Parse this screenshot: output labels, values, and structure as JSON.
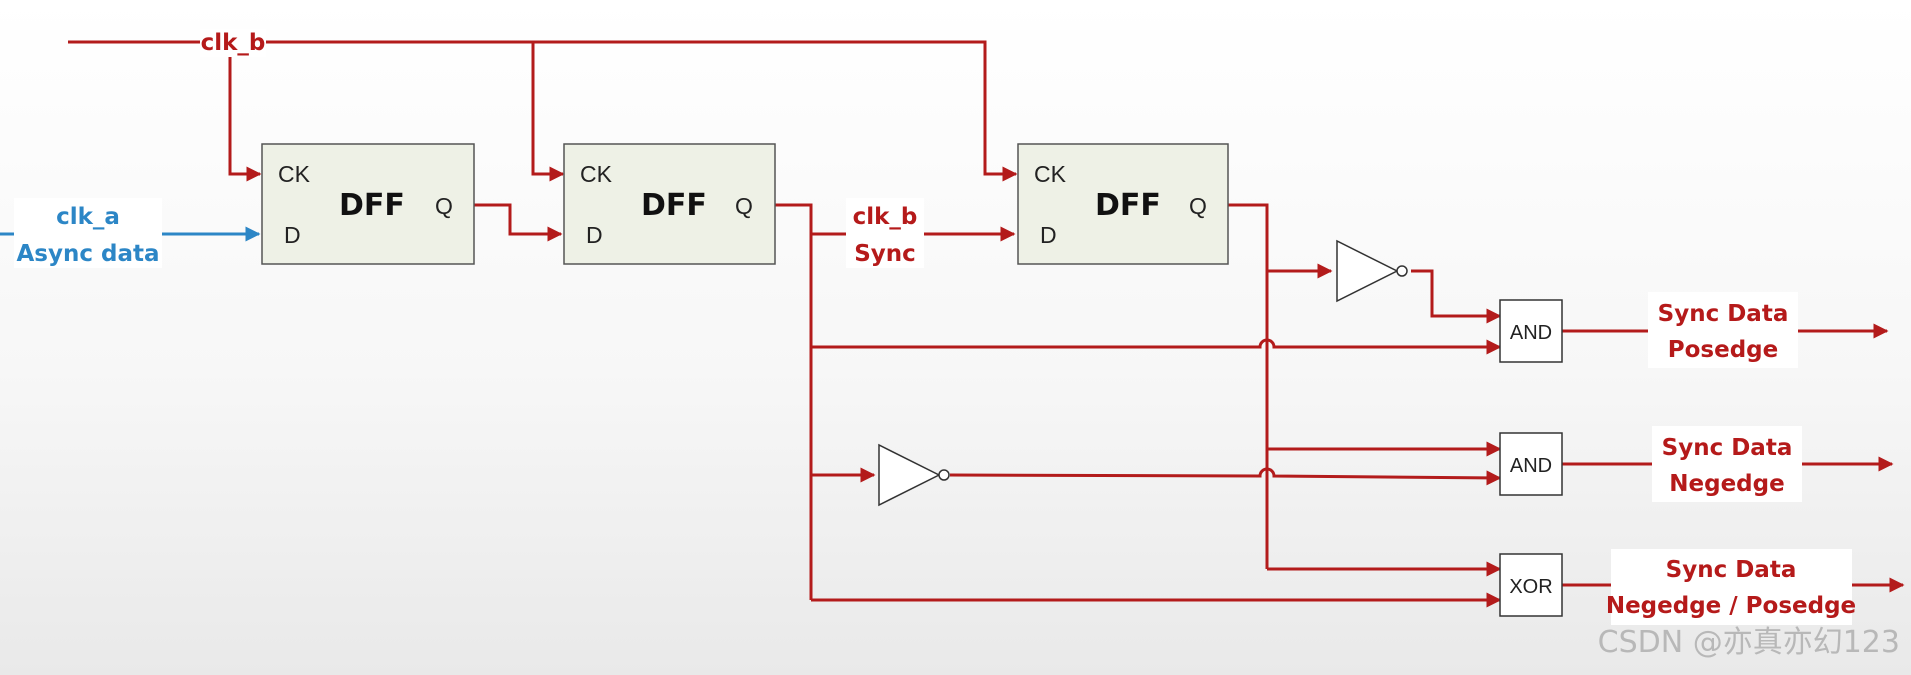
{
  "colors": {
    "wire_red": "#b31b1b",
    "wire_blue": "#2c86c6",
    "label_red": "#b51a1a",
    "label_blue": "#2c86c6"
  },
  "signals": {
    "clk_b_top": "clk_b",
    "clk_a": "clk_a",
    "async_data": "Async data",
    "sync_clk": "clk_b",
    "sync": "Sync"
  },
  "flipflops": [
    {
      "title": "DFF",
      "ck": "CK",
      "d": "D",
      "q": "Q"
    },
    {
      "title": "DFF",
      "ck": "CK",
      "d": "D",
      "q": "Q"
    },
    {
      "title": "DFF",
      "ck": "CK",
      "d": "D",
      "q": "Q"
    }
  ],
  "gates": {
    "and_pos": "AND",
    "and_neg": "AND",
    "xor": "XOR"
  },
  "outputs": {
    "pos_line1": "Sync Data",
    "pos_line2": "Posedge",
    "neg_line1": "Sync Data",
    "neg_line2": "Negedge",
    "both_line1": "Sync Data",
    "both_line2": "Negedge / Posedge"
  },
  "watermark": "CSDN @亦真亦幻123"
}
